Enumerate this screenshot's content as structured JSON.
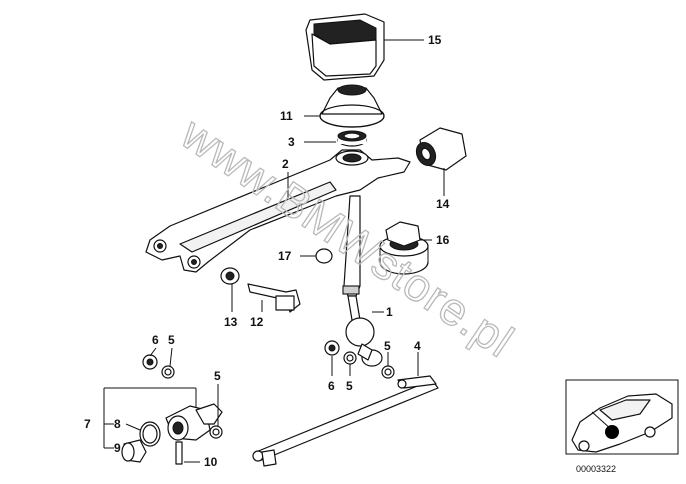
{
  "watermark_text": "www.BMWstore.pl",
  "reference_number": "00003322",
  "callouts": {
    "c15": "15",
    "c11": "11",
    "c3": "3",
    "c2": "2",
    "c14": "14",
    "c16": "16",
    "c17": "17",
    "c13": "13",
    "c12": "12",
    "c1": "1",
    "c6a": "6",
    "c5a": "5",
    "c6b": "6",
    "c5b": "5",
    "c5c": "5",
    "c4": "4",
    "c5d": "5",
    "c7": "7",
    "c8": "8",
    "c9": "9",
    "c10": "10"
  }
}
